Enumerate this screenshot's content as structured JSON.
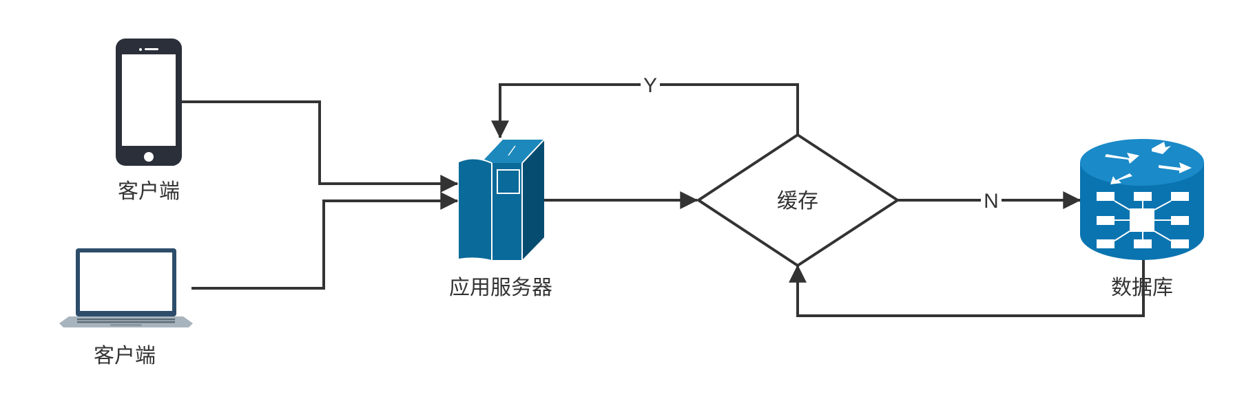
{
  "diagram": {
    "nodes": {
      "phone_client": {
        "label": "客户端",
        "icon": "smartphone-icon"
      },
      "laptop_client": {
        "label": "客户端",
        "icon": "laptop-icon"
      },
      "app_server": {
        "label": "应用服务器",
        "icon": "server-icon"
      },
      "cache": {
        "label": "缓存",
        "shape": "decision-diamond"
      },
      "database": {
        "label": "数据库",
        "icon": "database-router-icon"
      }
    },
    "edges": {
      "cache_hit": {
        "label": "Y",
        "from": "cache",
        "to": "app_server"
      },
      "cache_miss": {
        "label": "N",
        "from": "cache",
        "to": "database"
      },
      "phone_to_server": {
        "label": "",
        "from": "phone_client",
        "to": "app_server"
      },
      "laptop_to_server": {
        "label": "",
        "from": "laptop_client",
        "to": "app_server"
      },
      "server_to_cache": {
        "label": "",
        "from": "app_server",
        "to": "cache"
      },
      "db_to_cache": {
        "label": "",
        "from": "database",
        "to": "cache"
      }
    },
    "colors": {
      "line": "#333333",
      "server_blue": "#0a6a99",
      "server_dark": "#064c70",
      "db_blue": "#0a74b0",
      "device_dark": "#2b2f3a",
      "laptop_gray": "#a8b4bd"
    }
  }
}
